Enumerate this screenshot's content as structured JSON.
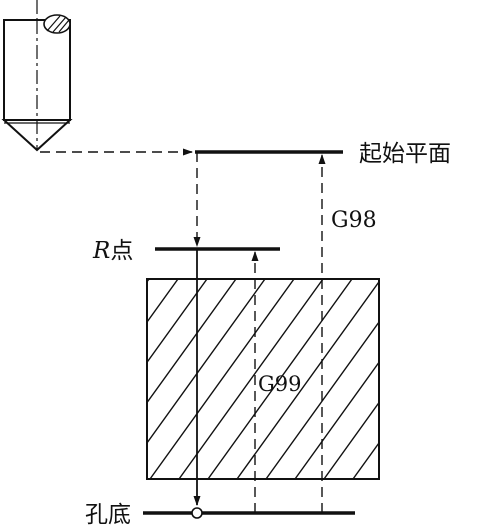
{
  "labels": {
    "initial_plane": "起始平面",
    "r_point_italic": "R",
    "r_point_suffix": "点",
    "hole_bottom": "孔底",
    "g98": "G98",
    "g99": "G99"
  },
  "colors": {
    "ink": "#111111",
    "background": "#ffffff"
  },
  "icons": {
    "tool": "drill-tool-icon",
    "workpiece": "hatched-workpiece"
  }
}
